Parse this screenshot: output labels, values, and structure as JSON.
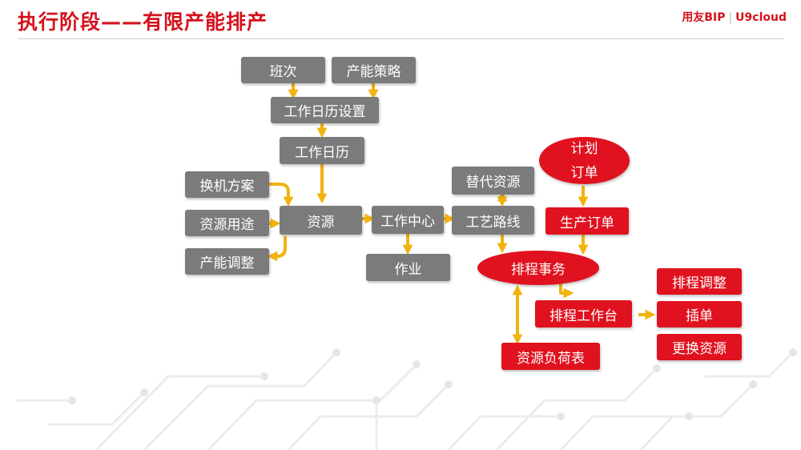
{
  "header": {
    "title": "执行阶段——有限产能排产",
    "logo_main": "用友BIP",
    "logo_divider": "|",
    "logo_secondary": "U9cloud"
  },
  "colors": {
    "accent_red": "#d4121c",
    "node_gray": "#7b7b7b",
    "node_red": "#e0121f",
    "arrow_yellow": "#f2b30f"
  },
  "nodes": {
    "shift": "班次",
    "capacity_strategy": "产能策略",
    "calendar_setting": "工作日历设置",
    "calendar": "工作日历",
    "changeover_plan": "换机方案",
    "resource_usage": "资源用途",
    "capacity_adjust": "产能调整",
    "resource": "资源",
    "work_center": "工作中心",
    "operation": "作业",
    "alt_resource": "替代资源",
    "routing": "工艺路线",
    "plan_order_line1": "计划",
    "plan_order_line2": "订单",
    "production_order": "生产订单",
    "scheduling_task": "排程事务",
    "scheduling_workbench": "排程工作台",
    "resource_load_table": "资源负荷表",
    "schedule_adjust": "排程调整",
    "insert_order": "插单",
    "replace_resource": "更换资源"
  }
}
